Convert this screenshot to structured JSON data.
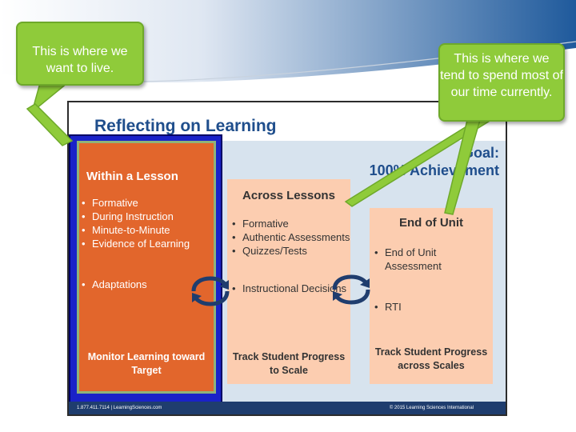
{
  "callouts": {
    "left": "This is where we want to live.",
    "right": "This is where we tend to spend most of our time currently."
  },
  "slide": {
    "title": "Reflecting on Learning",
    "goal_line1": "Goal:",
    "goal_line2": "100% Achievement",
    "columns": [
      {
        "title": "Within a Lesson",
        "items": [
          "Formative",
          "During Instruction",
          "Minute-to-Minute",
          "Evidence of Learning"
        ],
        "extra": [
          "Adaptations"
        ],
        "footer": "Monitor Learning toward Target"
      },
      {
        "title": "Across Lessons",
        "items": [
          "Formative",
          "Authentic Assessments",
          "Quizzes/Tests"
        ],
        "extra": [
          "Instructional Decisions"
        ],
        "footer": "Track Student Progress to Scale"
      },
      {
        "title": "End of Unit",
        "items": [
          "End of Unit Assessment"
        ],
        "extra": [
          "RTI"
        ],
        "footer": "Track Student Progress across Scales"
      }
    ],
    "footer_left": "1.877.411.7114 | LearningSciences.com",
    "footer_right": "© 2015 Learning Sciences International"
  },
  "colors": {
    "callout_green": "#8fcb3a",
    "highlight_blue": "#1a22c8",
    "within_orange": "#e2662c",
    "column_peach": "#fccdb0",
    "title_blue": "#1f4e8c"
  },
  "icons": [
    "cycle-arrows-icon"
  ]
}
